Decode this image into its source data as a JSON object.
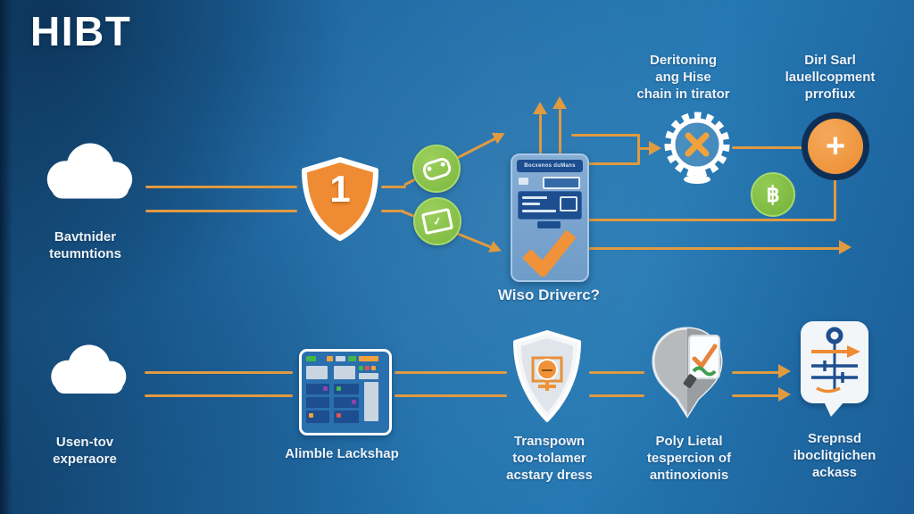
{
  "title": "HIBT",
  "palette": {
    "background_blue": "#2273AE",
    "deep_navy": "#0E2F55",
    "arrow_orange": "#E09A40",
    "shield_orange": "#EF8C33",
    "leaf_green": "#7CB83E",
    "panel_navy": "#1D4E8F",
    "silver": "#DFE5EA",
    "white": "#FFFFFF"
  },
  "icons": {
    "cloud_top": "cloud-icon",
    "cloud_bottom": "cloud-icon",
    "shield_one": "shield-number-1-icon",
    "link_chip": "link-pill-icon",
    "card_check_chip": "card-check-icon",
    "phone_check": "phone-checkmark-icon",
    "gear_x": "gear-x-icon",
    "plus_disc": "plus-circle-icon",
    "bitcoin_disc": "bitcoin-circle-icon",
    "silver_shield": "shield-lock-icon",
    "dashboard": "dashboard-panel-icon",
    "pin_checklist": "map-pin-checklist-icon",
    "chat_sliders": "speech-bubble-sliders-icon"
  },
  "row1": {
    "provider_label": {
      "lines": [
        "Bavtnider",
        "teumntions"
      ]
    },
    "shield_badge": "1",
    "phone_header": "Bocxenos duMans",
    "question_label": "Wiso Driverc?",
    "monitoring_label": {
      "lines": [
        "Deritoning",
        "ang Hise",
        "chain in tirator"
      ]
    },
    "development_label": {
      "lines": [
        "Dirl Sarl",
        "lauellcopment",
        "prrofiux"
      ]
    },
    "plus_glyph": "+",
    "bitcoin_glyph": "฿"
  },
  "row2": {
    "user_label": {
      "lines": [
        "Usen-tov",
        "experaore"
      ]
    },
    "dashboard_label": "Alimble Lackshap",
    "transparency_label": {
      "lines": [
        "Transpown",
        "too-tolamer",
        "acstary dress"
      ]
    },
    "inspection_label": {
      "lines": [
        "Poly Lietal",
        "tespercion of",
        "antinoxionis"
      ]
    },
    "access_label": {
      "lines": [
        "Srepnsd",
        "iboclitgichen",
        "ackass"
      ]
    }
  }
}
